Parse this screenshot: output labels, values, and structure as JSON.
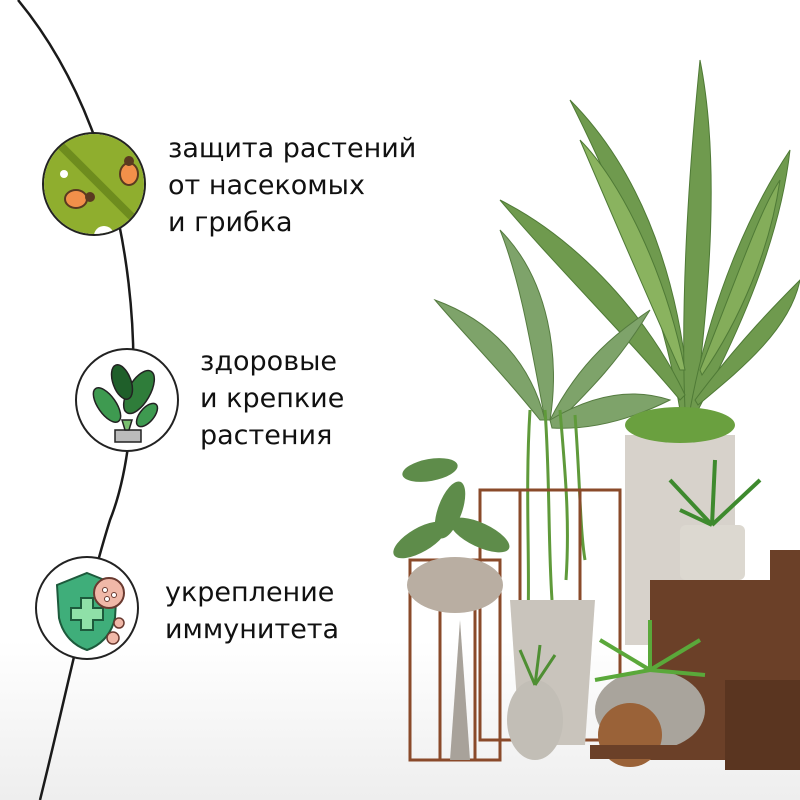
{
  "features": [
    {
      "icon": "leaf-bugs-icon",
      "lines": [
        "защита растений",
        "от насекомых",
        "и грибка"
      ]
    },
    {
      "icon": "potted-plant-icon",
      "lines": [
        "здоровые",
        "и крепкие",
        "растения"
      ]
    },
    {
      "icon": "shield-virus-icon",
      "lines": [
        "укрепление",
        "иммунитета"
      ]
    }
  ],
  "colors": {
    "leaf": "#8fae2e",
    "bug": "#f2904a",
    "plant": "#2f7d3a",
    "shield": "#3fae7a",
    "virus": "#f0b8a8"
  }
}
